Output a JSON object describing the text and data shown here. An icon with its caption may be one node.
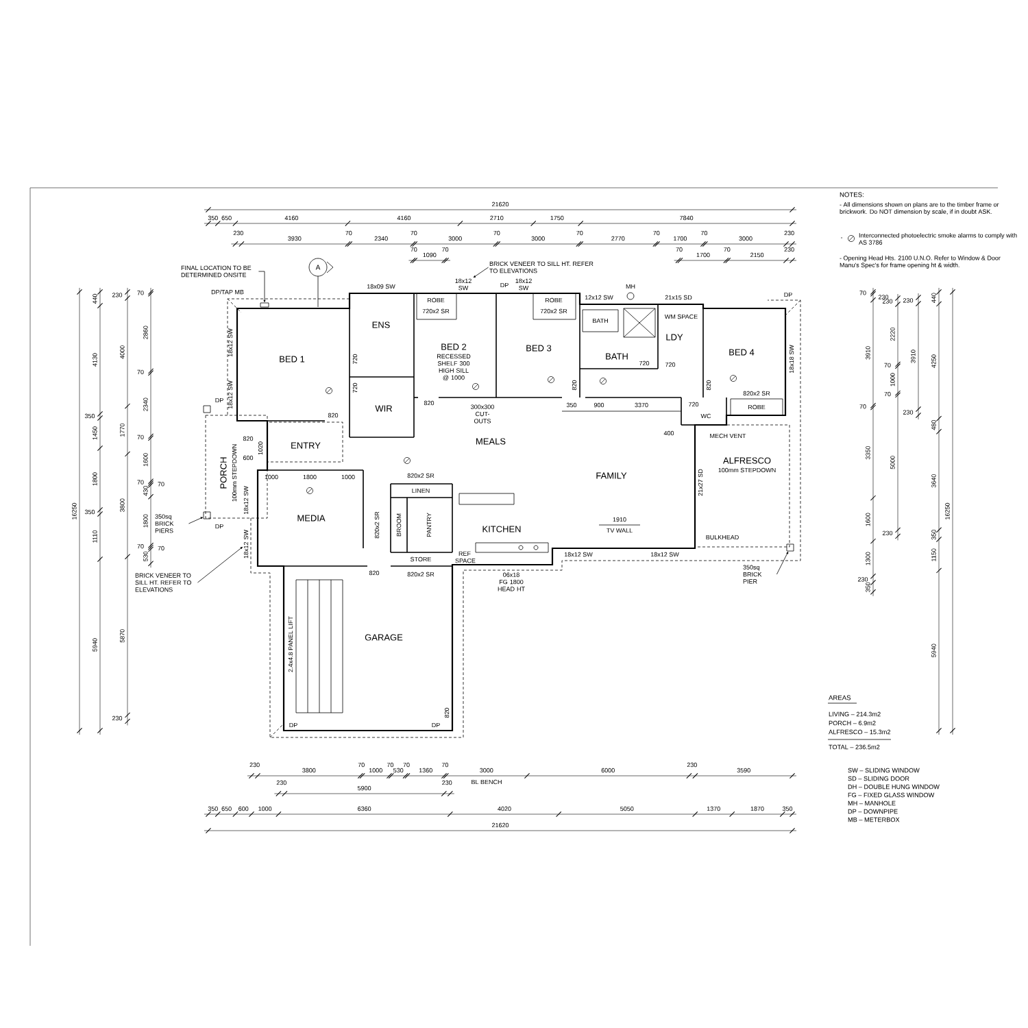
{
  "diagram": {
    "nodes": [
      {
        "text": [
          "FINAL LOCATION TO BE DETERMINED ONSITE"
        ]
      },
      {
        "text": [
          "BRICK VENEER TO SILL HT. REFER TO ELEVATIONS"
        ]
      },
      {
        "text": [
          "350sq BRICK PIERS"
        ]
      },
      {
        "text": [
          "BRICK VENEER TO SILL HT. REFER TO ELEVATIONS"
        ]
      },
      {
        "text": [
          "350sq BRICK PIER"
        ]
      },
      {
        "text": [],
        "shape": "box"
      },
      {
        "text": [],
        "shape": "box"
      },
      {
        "text": [],
        "shape": "box"
      },
      {
        "text": [],
        "shape": "box"
      },
      {
        "text": [
          "18x12 SW"
        ]
      },
      {
        "text": [
          "18x12 SW"
        ]
      }
    ],
    "edges": [
      {
        "from": 0,
        "to": 5,
        "arrow": "to"
      },
      {
        "from": 1,
        "to": 9,
        "arrow": "to"
      },
      {
        "from": 2,
        "to": 7,
        "arrow": "to"
      },
      {
        "from": 3,
        "to": 10,
        "arrow": "to"
      },
      {
        "from": 4,
        "to": 8,
        "arrow": "to"
      }
    ],
    "labels": [
      "21620",
      "350",
      "650",
      "4160",
      "4160",
      "2710",
      "1750",
      "7840",
      "230",
      "3930",
      "70",
      "2340",
      "70",
      "3000",
      "70",
      "3000",
      "70",
      "2770",
      "70",
      "1700",
      "70",
      "3000",
      "230",
      "70",
      "1090",
      "70",
      "70",
      "1700",
      "70",
      "2150",
      "230",
      "NOTES:",
      "- All dimensions shown on plans are to the timber frame or brickwork. Do NOT dimension by scale, if in doubt ASK.",
      "-",
      "Interconnected photoelectric smoke alarms to comply with AS 3786",
      "- Opening Head Hts. 2100 U.N.O. Refer to Window & Door Manu's Spec's for frame opening ht & width.",
      "A",
      "DP/TAP MB",
      "18x09 SW",
      "ROBE",
      "720x2 SR",
      "DP",
      "18x12 SW",
      "ROBE",
      "720x2 SR",
      "12x12 SW",
      "MH",
      "21x15 SD",
      "DP",
      "18x12 SW",
      "18x12 SW",
      "BED 1",
      "ENS",
      "BED 2",
      "BED 3",
      "BATH",
      "BATH",
      "LDY",
      "WM SPACE",
      "BED 4",
      "18x18 SW",
      "720",
      "720",
      "RECESSED SHELF 300 HIGH SILL @ 1000",
      "WIR",
      "820",
      "820",
      "720",
      "720",
      "820",
      "820",
      "820x2 SR",
      "ROBE",
      "720",
      "WC",
      "300x300 CUT-OUTS",
      "350",
      "900",
      "3370",
      "MEALS",
      "ENTRY",
      "820",
      "1020",
      "600",
      "PORCH",
      "100mm STEPDOWN",
      "DP",
      "DP",
      "400",
      "MECH VENT",
      "ALFRESCO",
      "100mm STEPDOWN",
      "FAMILY",
      "21x27 SD",
      "1000",
      "1800",
      "1000",
      "820x2 SR",
      "LINEN",
      "18x12 SW",
      "MEDIA",
      "820x2 SR",
      "BROOM",
      "PANTRY",
      "KITCHEN",
      "1910",
      "TV WALL",
      "BULKHEAD",
      "REF SPACE",
      "STORE",
      "18x12 SW",
      "18x12 SW",
      "820",
      "820x2 SR",
      "06x18 FG 1800 HEAD HT",
      "GARAGE",
      "2.4x4.8 PANEL LIFT",
      "820",
      "DP",
      "DP",
      "16250",
      "440",
      "4130",
      "350",
      "1450",
      "1800",
      "350",
      "1110",
      "5940",
      "230",
      "4000",
      "1770",
      "3800",
      "5870",
      "230",
      "70",
      "2860",
      "70",
      "2340",
      "70",
      "1600",
      "70",
      "70",
      "430",
      "1800",
      "70",
      "70",
      "530",
      "70",
      "230",
      "3910",
      "70",
      "3350",
      "1600",
      "1300",
      "230",
      "350",
      "230",
      "2220",
      "70",
      "1000",
      "70",
      "5000",
      "230",
      "230",
      "3910",
      "230",
      "440",
      "4250",
      "480",
      "3640",
      "350",
      "1150",
      "5940",
      "16250",
      "230",
      "3800",
      "70",
      "1000",
      "70",
      "530",
      "70",
      "1360",
      "70",
      "3000",
      "6000",
      "230",
      "3590",
      "230",
      "5900",
      "230",
      "BL BENCH",
      "350",
      "650",
      "600",
      "1000",
      "6360",
      "4020",
      "5050",
      "1370",
      "1870",
      "350",
      "21620",
      "AREAS",
      "LIVING – 214.3m2",
      "PORCH – 6.9m2",
      "ALFRESCO – 15.3m2",
      "TOTAL – 236.5m2",
      "SW – SLIDING WINDOW",
      "SD – SLIDING DOOR",
      "DH – DOUBLE HUNG WINDOW",
      "FG – FIXED GLASS WINDOW",
      "MH – MANHOLE",
      "DP – DOWNPIPE",
      "MB – METERBOX"
    ]
  }
}
